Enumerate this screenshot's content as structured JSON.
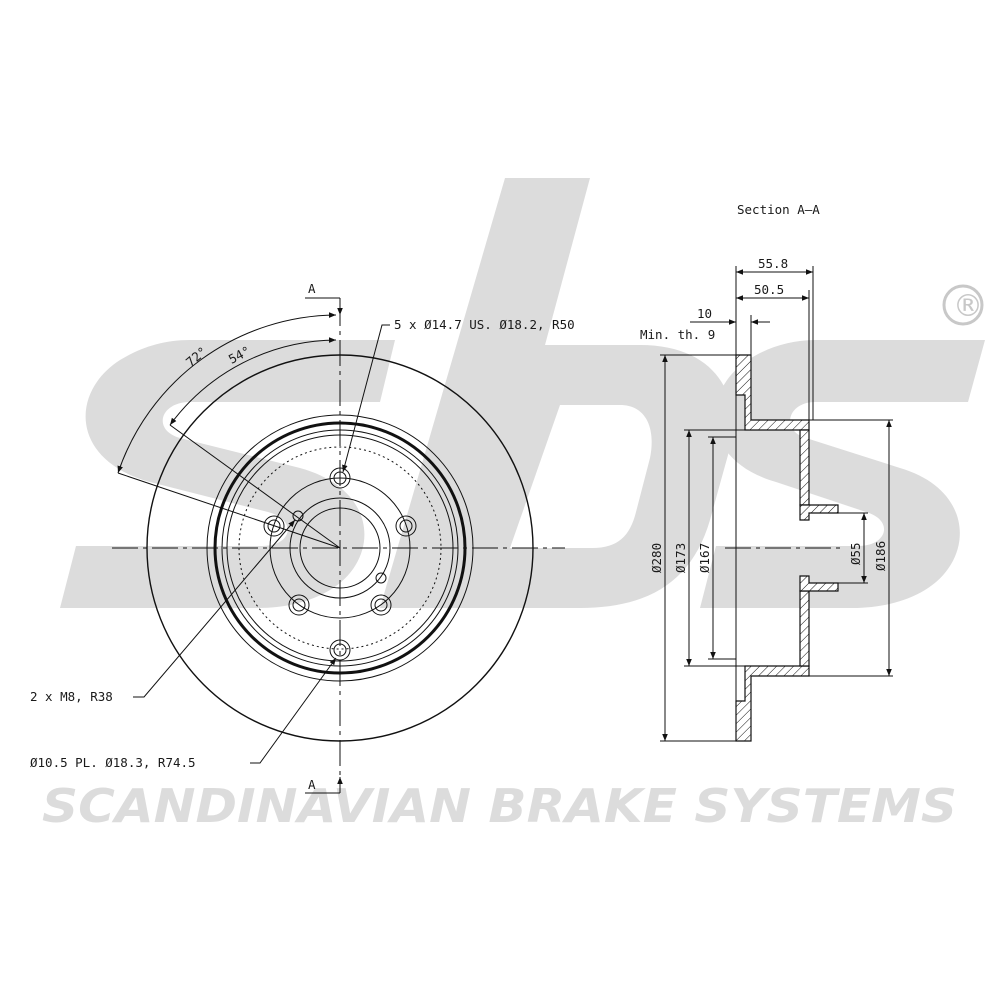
{
  "brand": {
    "logo_text": "sbs",
    "registered_mark": "®",
    "tagline": "SCANDINAVIAN BRAKE SYSTEMS"
  },
  "front_view": {
    "section_marker_top": "A",
    "section_marker_bottom": "A",
    "angle_outer": "72°",
    "angle_inner": "54°",
    "callout_bolt_holes": "5 x Ø14.7 US. Ø18.2, R50",
    "callout_threaded_holes": "2 x M8, R38",
    "callout_pin_hole": "Ø10.5 PL. Ø18.3, R74.5"
  },
  "section_view": {
    "title": "Section A–A",
    "dim_overall_height": "55.8",
    "dim_hat_height": "50.5",
    "dim_thickness": "10",
    "min_thickness": "Min. th. 9",
    "dia_outer": "Ø280",
    "dia_hat_outer": "Ø173",
    "dia_hat_inner": "Ø167",
    "dia_center_bore": "Ø55",
    "dia_hat_flange": "Ø186"
  },
  "colors": {
    "line": "#111111",
    "watermark": "#dcdcdc"
  }
}
